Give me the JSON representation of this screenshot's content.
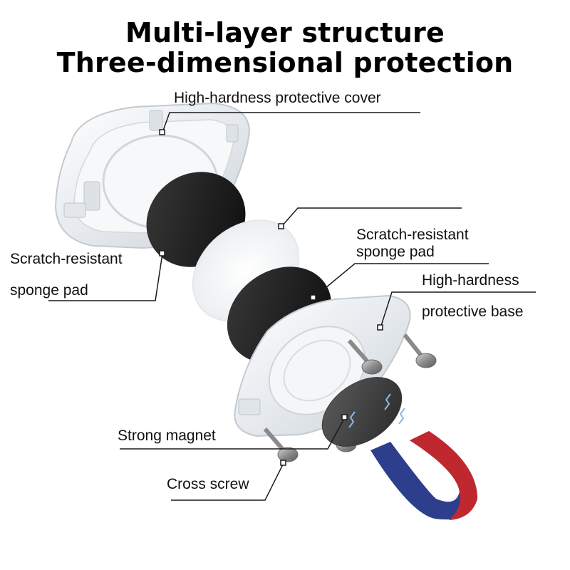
{
  "title": {
    "line1": "Multi-layer structure",
    "line2": "Three-dimensional protection"
  },
  "labels": {
    "cover": "High-hardness protective cover",
    "sponge_left_1": "Scratch-resistant",
    "sponge_left_2": "sponge pad",
    "sponge_right_1": "Scratch-resistant",
    "sponge_right_2": "sponge pad",
    "base_1": "High-hardness",
    "base_2": "protective base",
    "magnet": "Strong magnet",
    "screw": "Cross screw"
  },
  "colors": {
    "pad": "#1b1b1b",
    "clear_plastic": "#e9edf1",
    "magnet_red": "#c0282f",
    "magnet_blue": "#2d3f8c",
    "metal": "#9a9a9a"
  },
  "icons": [
    "magnet-icon",
    "screw-icon",
    "sparks-icon"
  ]
}
